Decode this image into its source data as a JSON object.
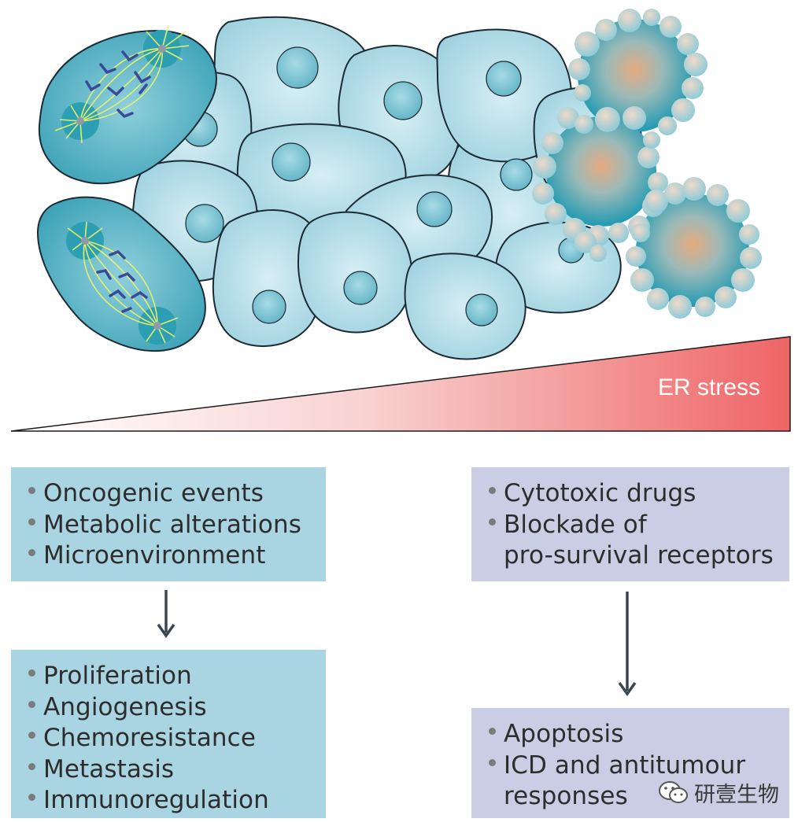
{
  "stress_label": "ER stress",
  "boxes": {
    "triggers": {
      "items": [
        "Oncogenic events",
        "Metabolic alterations",
        "Microenvironment"
      ]
    },
    "outcomes": {
      "items": [
        "Proliferation",
        "Angiogenesis",
        "Chemoresistance",
        "Metastasis",
        "Immunoregulation"
      ]
    },
    "therapies": {
      "line1": "Cytotoxic drugs",
      "line2": "Blockade of",
      "line3": "pro-survival receptors"
    },
    "death": {
      "line1": "Apoptosis",
      "line2": "ICD and antitumour",
      "line3": "responses"
    }
  },
  "watermark": {
    "text": "研壹生物",
    "icon": "wechat-icon"
  },
  "colors": {
    "cell_fill": "#a8d8e4",
    "cell_stroke": "#1c2a33",
    "nucleus": "#7cc4d4",
    "blue_box": "#a9d4e2",
    "lavender_box": "#cbcde4",
    "stress_gradient_end": "#ef6466"
  }
}
